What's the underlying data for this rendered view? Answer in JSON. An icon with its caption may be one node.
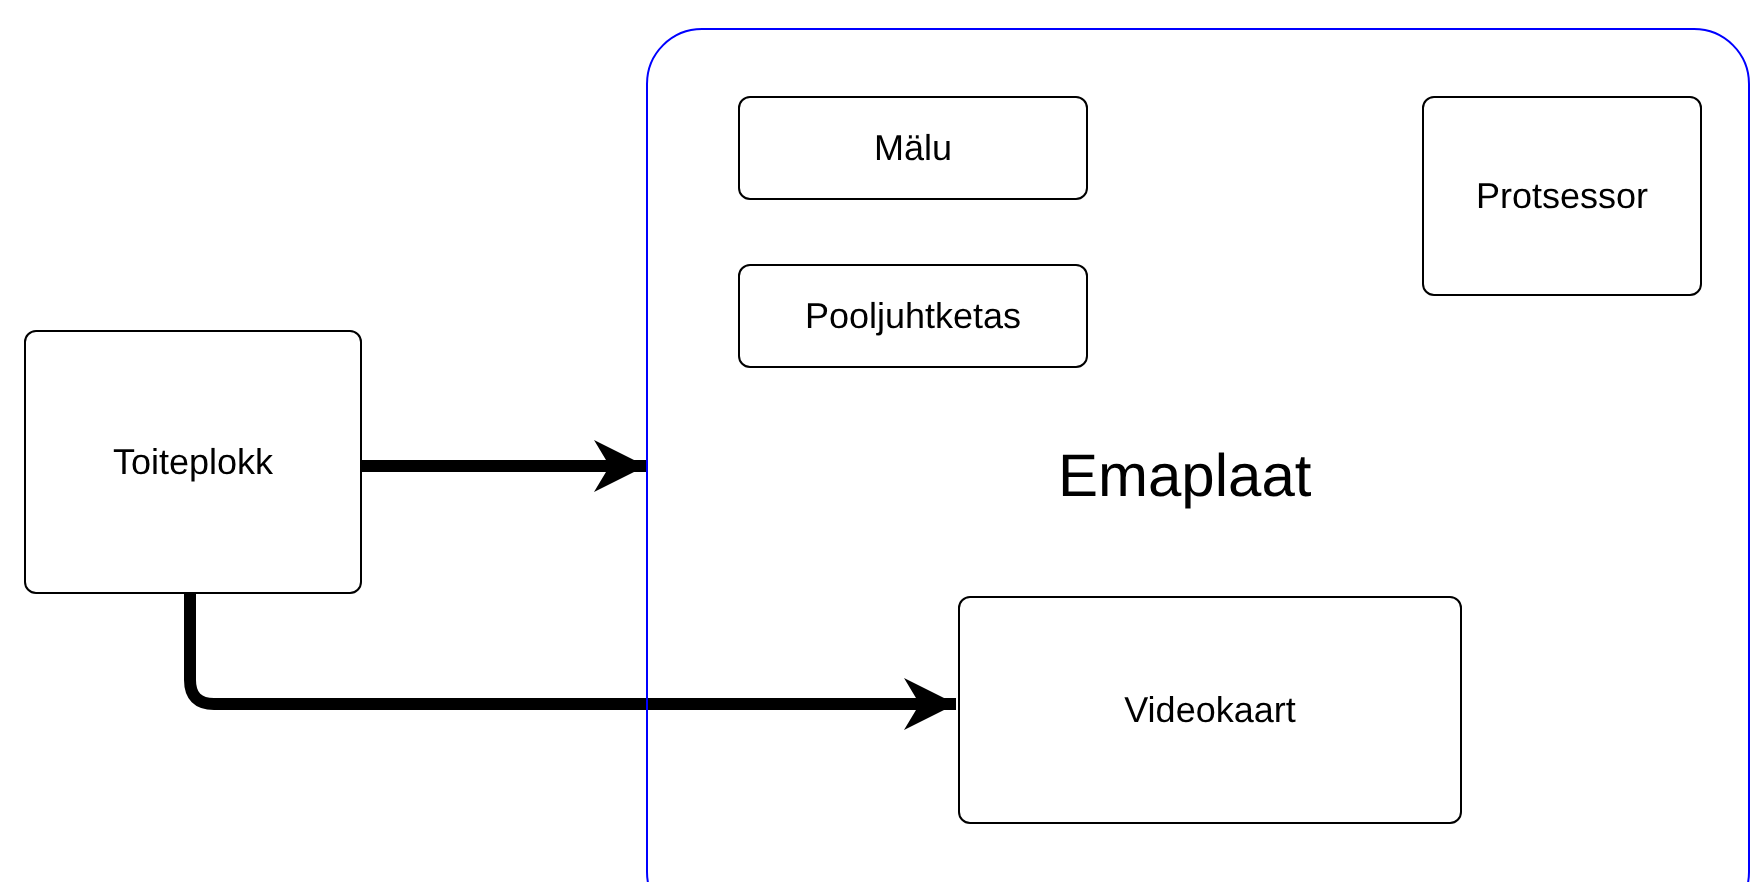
{
  "diagram": {
    "nodes": [
      {
        "text": [
          "Emaplaat"
        ]
      },
      {
        "text": [
          "Mälu"
        ],
        "in": 0
      },
      {
        "text": [
          "Pooljuhtketas"
        ],
        "in": 0
      },
      {
        "text": [
          "Protsessor"
        ],
        "in": 0
      },
      {
        "text": [
          "Toiteplokk"
        ]
      },
      {
        "text": [
          "Videokaart"
        ],
        "in": 0
      }
    ],
    "edges": [
      {
        "from": 4,
        "to": 0,
        "arrow": "to"
      },
      {
        "from": 4,
        "to": 5,
        "arrow": "to"
      }
    ]
  }
}
